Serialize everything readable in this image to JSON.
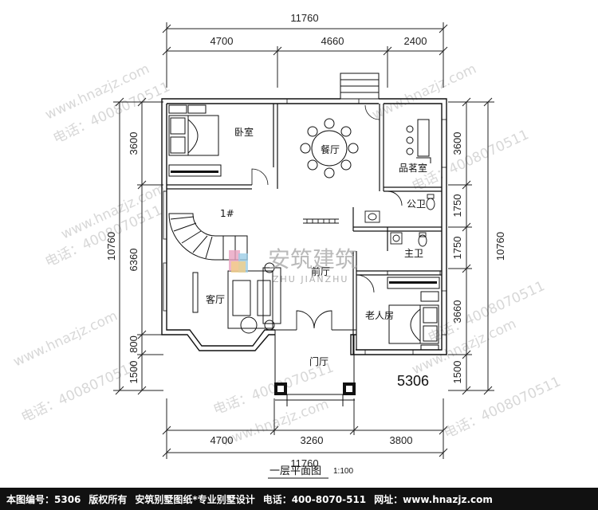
{
  "dimensions": {
    "top_total": "11760",
    "top_segments": [
      "4700",
      "4660",
      "2400"
    ],
    "bottom_segments": [
      "4700",
      "3260",
      "3800"
    ],
    "bottom_total": "11760",
    "left_total": "10760",
    "left_segments": [
      "3600",
      "6360",
      "800",
      "1500"
    ],
    "right_segments": [
      "3600",
      "1750",
      "1750",
      "3660",
      "1500"
    ],
    "right_total": "10760"
  },
  "rooms": {
    "bedroom": "卧室",
    "dining": "餐厅",
    "tea_room": "品茗室",
    "public_bath": "公卫",
    "master_bath": "主卫",
    "stair": "1#",
    "front_hall": "前厅",
    "living": "客厅",
    "elder_room": "老人房",
    "entry": "门厅"
  },
  "plan_number": "5306",
  "plan_title": "一层平面图",
  "scale": "1:100",
  "logo": {
    "name": "安筑建筑",
    "sub": "ZHU JIANZHU"
  },
  "watermark": {
    "site": "www.hnazjz.com",
    "phone": "电话：4008070511"
  },
  "footer": {
    "code": "本图编号：5306",
    "copyright": "版权所有",
    "company": "安筑别墅图纸*专业别墅设计",
    "phone": "电话：400-8070-511",
    "website": "网址：www.hnazjz.com"
  }
}
